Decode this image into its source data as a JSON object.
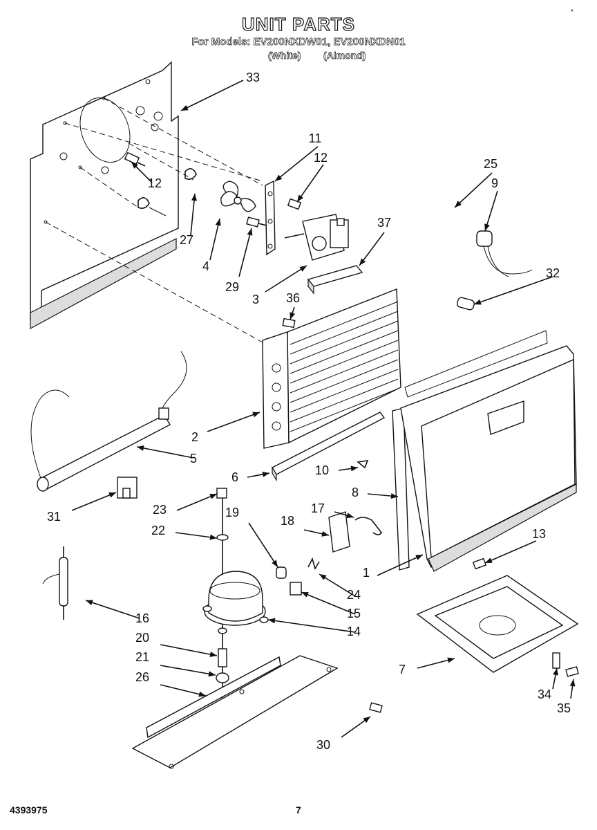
{
  "header": {
    "title": "UNIT PARTS",
    "models_line": "For Models: EV200NXDW01, EV200NXDN01",
    "variant_white": "(White)",
    "variant_almond": "(Almond)"
  },
  "corner_mark": "*",
  "footer": {
    "part_number": "4393975",
    "page_number": "7"
  },
  "callouts": [
    "33",
    "11",
    "12",
    "12",
    "25",
    "9",
    "27",
    "4",
    "29",
    "3",
    "37",
    "32",
    "36",
    "2",
    "5",
    "6",
    "10",
    "8",
    "31",
    "23",
    "19",
    "18",
    "17",
    "22",
    "13",
    "1",
    "24",
    "15",
    "16",
    "14",
    "20",
    "21",
    "26",
    "7",
    "34",
    "35",
    "30"
  ]
}
